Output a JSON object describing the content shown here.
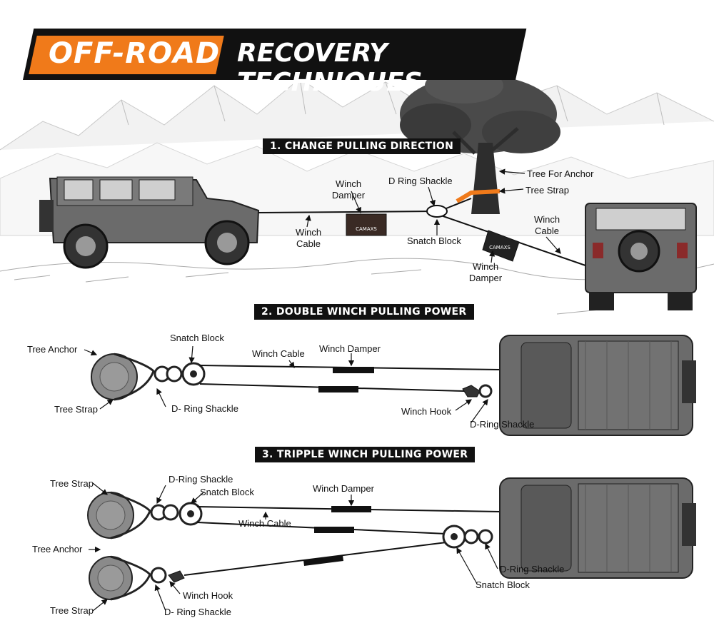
{
  "banner": {
    "highlight": "OFF-ROAD",
    "title": "RECOVERY TECHNIQUES"
  },
  "colors": {
    "accent": "#f07a1a",
    "banner_bg": "#111111",
    "vehicle": "#6b6b6b",
    "damper": "#3a2a24"
  },
  "section1": {
    "title": "1. CHANGE PULLING DIRECTION",
    "labels": {
      "winch_damper_1_a": "Winch",
      "winch_damper_1_b": "Damper",
      "d_ring_shackle": "D Ring Shackle",
      "tree_for_anchor": "Tree For Anchor",
      "tree_strap": "Tree Strap",
      "winch_cable_1_a": "Winch",
      "winch_cable_1_b": "Cable",
      "snatch_block": "Snatch Block",
      "winch_cable_2_a": "Winch",
      "winch_cable_2_b": "Cable",
      "winch_damper_2_a": "Winch",
      "winch_damper_2_b": "Damper"
    },
    "damper_brand": "CAMAXS"
  },
  "section2": {
    "title": "2. DOUBLE WINCH PULLING POWER",
    "labels": {
      "tree_anchor": "Tree Anchor",
      "snatch_block": "Snatch Block",
      "winch_cable": "Winch Cable",
      "winch_damper": "Winch Damper",
      "tree_strap": "Tree Strap",
      "d_ring_shackle_left": "D- Ring Shackle",
      "winch_hook": "Winch Hook",
      "d_ring_shackle_right": "D-Ring Shackle"
    }
  },
  "section3": {
    "title": "3. TRIPPLE WINCH PULLING POWER",
    "labels": {
      "tree_strap_top": "Tree Strap",
      "d_ring_shackle_top": "D-Ring Shackle",
      "snatch_block_top": "Snatch Block",
      "winch_damper": "Winch Damper",
      "winch_cable": "Winch Cable",
      "tree_anchor": "Tree Anchor",
      "winch_hook": "Winch Hook",
      "tree_strap_bottom": "Tree Strap",
      "d_ring_shackle_bottom": "D- Ring Shackle",
      "d_ring_shackle_right": "D-Ring Shackle",
      "snatch_block_right": "Snatch Block"
    }
  }
}
